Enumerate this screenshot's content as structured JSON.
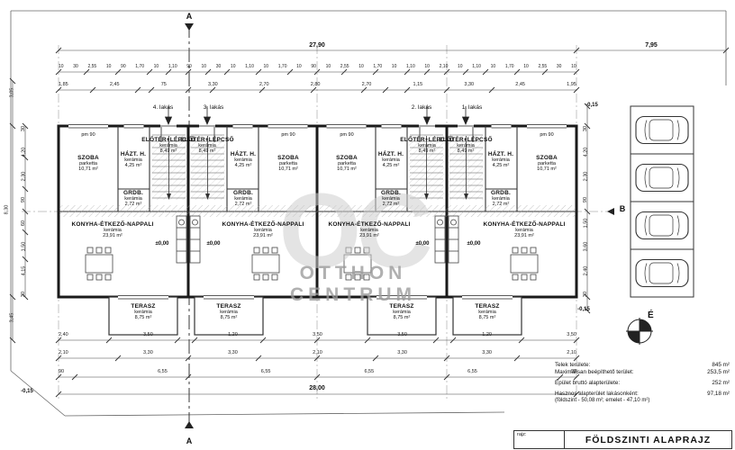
{
  "doc": {
    "drawing_label": "rajz:",
    "drawing_title": "FÖLDSZINTI ALAPRAJZ"
  },
  "watermark": {
    "monogram": "OC",
    "line1": "OTTHON",
    "line2": "CENTRUM"
  },
  "north": {
    "label": "É"
  },
  "sections": {
    "a": "A",
    "b": "B"
  },
  "units": [
    {
      "label": "4. lakás"
    },
    {
      "label": "3. lakás"
    },
    {
      "label": "2. lakás"
    },
    {
      "label": "1. lakás"
    }
  ],
  "rooms": {
    "szoba": {
      "name": "SZOBA",
      "finish": "parketta",
      "area": "10,71 m²"
    },
    "haztartasi": {
      "name": "HÁZT. H.",
      "finish": "kerámia",
      "area": "4,25 m²"
    },
    "eloter": {
      "name": "ELŐTÉR+LÉPCSŐ",
      "finish": "kerámia",
      "area": "8,49 m²"
    },
    "garderob": {
      "name": "GRDB.",
      "finish": "kerámia",
      "area": "2,72 m²"
    },
    "konyha": {
      "name": "KONYHA-ÉTKEZŐ-NAPPALI",
      "finish": "kerámia",
      "area": "23,91 m²"
    },
    "terasz": {
      "name": "TERASZ",
      "finish": "kerámia",
      "area": "8,75 m²"
    }
  },
  "marks": {
    "level_zero": "±0,00",
    "level_minus": "-0,15",
    "parapet": "pm 90"
  },
  "dimensions": {
    "top_total": "27,90",
    "parking_total": "7,95",
    "bottom_total": "28,00",
    "top_chain": [
      "10",
      "30",
      "2,55",
      "10",
      "90",
      "1,70",
      "10",
      "1,10",
      "90",
      "10",
      "30",
      "10",
      "1,10",
      "10",
      "1,70",
      "10",
      "90",
      "10",
      "2,55",
      "10",
      "1,70",
      "10",
      "1,10",
      "10",
      "2,10",
      "10",
      "1,10",
      "10",
      "1,70",
      "10",
      "2,55",
      "30",
      "10"
    ],
    "top_row2": [
      "1,85",
      "2,45",
      "75",
      "3,30",
      "2,70",
      "2,80",
      "2,70",
      "1,15",
      "3,30",
      "2,45",
      "1,95"
    ],
    "bottom_row1": [
      "2,40",
      "3,50",
      "1,20",
      "3,50",
      "3,50",
      "1,20",
      "3,50"
    ],
    "bottom_row2": [
      "2,10",
      "3,30",
      "3,30",
      "2,10",
      "3,30",
      "3,30",
      "2,10"
    ],
    "bottom_row3": [
      "90",
      "6,55",
      "6,55",
      "6,55",
      "6,55",
      "90"
    ],
    "left_chain": [
      "30",
      "4,20",
      "2,30",
      "90",
      "60",
      "1,50",
      "4,15",
      "30"
    ],
    "right_chain": [
      "30",
      "4,20",
      "2,30",
      "90",
      "1,50",
      "3,60",
      "2,40",
      "30"
    ],
    "left_outer": [
      "3,05",
      "8,30",
      "3,45"
    ]
  },
  "summary": {
    "rows": [
      {
        "label": "Telek területe:",
        "value": "845 m²"
      },
      {
        "label": "Maximálisan beépíthető terület:",
        "value": "253,5 m²"
      },
      {
        "label": "Épület bruttó alapterülete:",
        "value": "252 m²"
      },
      {
        "label": "Hasznos alapterület lakásonként:",
        "value": "97,18 m²"
      },
      {
        "label": "(földszint - 50,08 m²; emelet - 47,10 m²)",
        "value": ""
      }
    ]
  }
}
